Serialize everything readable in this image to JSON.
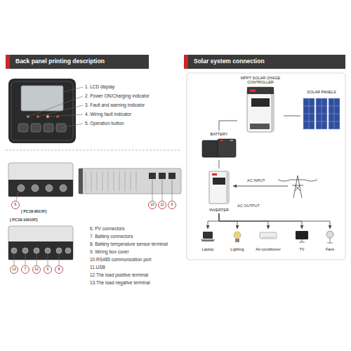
{
  "diagram": {
    "nodes": [
      {
        "text": [
          "Back panel printing description"
        ]
      },
      {
        "text": [
          "Solar system connection"
        ]
      },
      {
        "text": [
          "MPPT SOLAR CHAGE CONTROLLER"
        ]
      },
      {
        "text": [
          "SOLAR PANELS"
        ]
      },
      {
        "text": [
          "BATTERY"
        ]
      },
      {
        "text": [
          "INVERTER"
        ]
      },
      {
        "text": [
          "Laptop"
        ]
      },
      {
        "text": [
          "Lighting"
        ]
      },
      {
        "text": [
          "Air-conditioner"
        ]
      },
      {
        "text": [
          "TV"
        ]
      },
      {
        "text": [
          "Fans"
        ]
      }
    ],
    "edges": [
      {
        "from": 2,
        "to": 3,
        "arrow": "none"
      },
      {
        "from": 4,
        "to": 2,
        "arrow": "none"
      },
      {
        "from": 4,
        "to": 5,
        "arrow": "none"
      },
      {
        "from": 5,
        "to": 6,
        "arrow": "to"
      },
      {
        "from": 5,
        "to": 7,
        "arrow": "to"
      },
      {
        "from": 5,
        "to": 8,
        "arrow": "to"
      },
      {
        "from": 5,
        "to": 9,
        "arrow": "to"
      },
      {
        "from": 5,
        "to": 10,
        "arrow": "to"
      }
    ],
    "labels": [
      "1. LCD display",
      "2. Power ON/Charging indicator",
      "3. Fault and warning indicator",
      "4. Wiring fault indicator",
      "5. Operation button",
      "6",
      "10",
      "11",
      "9",
      "[ PC18-8015F]",
      "[ PC18-10015F]",
      "13",
      "7",
      "12",
      "6",
      "8",
      "6. PV connectors",
      "7. Battery connectors",
      "8. Battery temperature sensor terminal",
      "9. Wiring box cover",
      "10.RS485 communication port",
      "11.USB",
      "12.The load positive terminal",
      "13.The load negative terminal",
      "AC INPUT",
      "AC OUTPUT"
    ]
  }
}
